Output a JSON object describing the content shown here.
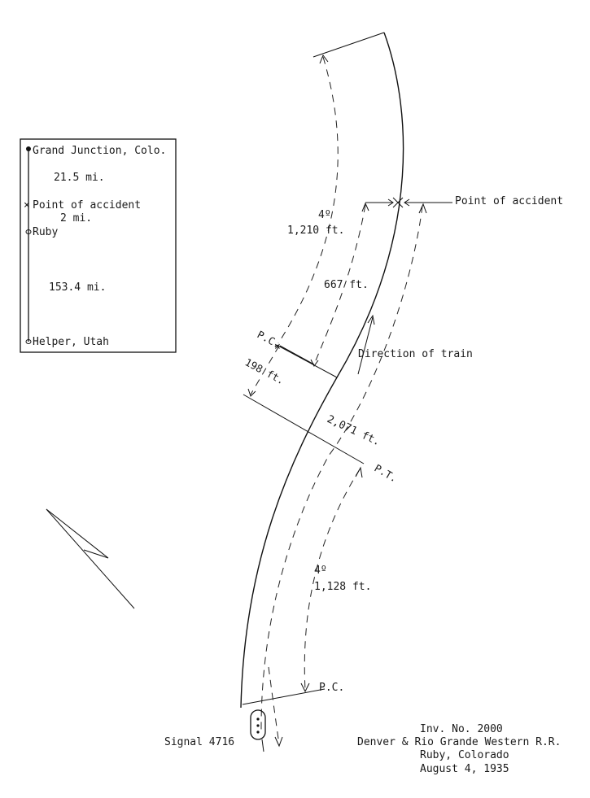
{
  "inset_map": {
    "stations": [
      "Grand Junction, Colo.",
      "Point of accident",
      "Ruby",
      "Helper, Utah"
    ],
    "distances": [
      "21.5 mi.",
      "2  mi.",
      "153.4 mi."
    ]
  },
  "labels": {
    "point_of_accident": "Point of accident",
    "direction_of_train": "Direction of train",
    "signal": "Signal 4716",
    "pc_upper": "P.C.",
    "pt": "P.T.",
    "pc_lower": "P.C."
  },
  "measurements": {
    "upper_curve_degree": "4º",
    "upper_curve_length": "1,210 ft.",
    "to_accident": "667 ft.",
    "pc_offset": "198 ft.",
    "tangent_length": "2,071 ft.",
    "lower_curve_degree": "4º",
    "lower_curve_length": "1,128 ft."
  },
  "title_block": {
    "investigation": "Inv. No. 2000",
    "railroad": "Denver & Rio Grande Western R.R.",
    "location": "Ruby, Colorado",
    "date": "August  4, 1935"
  }
}
